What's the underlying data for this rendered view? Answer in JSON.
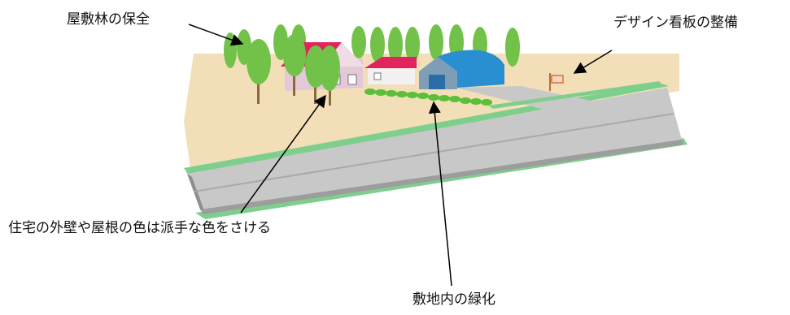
{
  "labels": {
    "forest": "屋敷林の保全",
    "signboard": "デザイン看板の整備",
    "house_colors": "住宅の外壁や屋根の色は派手な色をさける",
    "greening": "敷地内の緑化"
  },
  "colors": {
    "ground": "#f2dfb8",
    "road": "#c8c8c8",
    "road_edge": "#8f8f8f",
    "verge": "#7ecf8e",
    "tree": "#72c24a",
    "trunk": "#8a6a3a",
    "roof_red": "#e0245c",
    "house_wall": "#e3c8d6",
    "barn_roof": "#2a8fd0",
    "barn_wall": "#7e9eb8",
    "hedge": "#5cbf3a",
    "arrow": "#000000"
  }
}
